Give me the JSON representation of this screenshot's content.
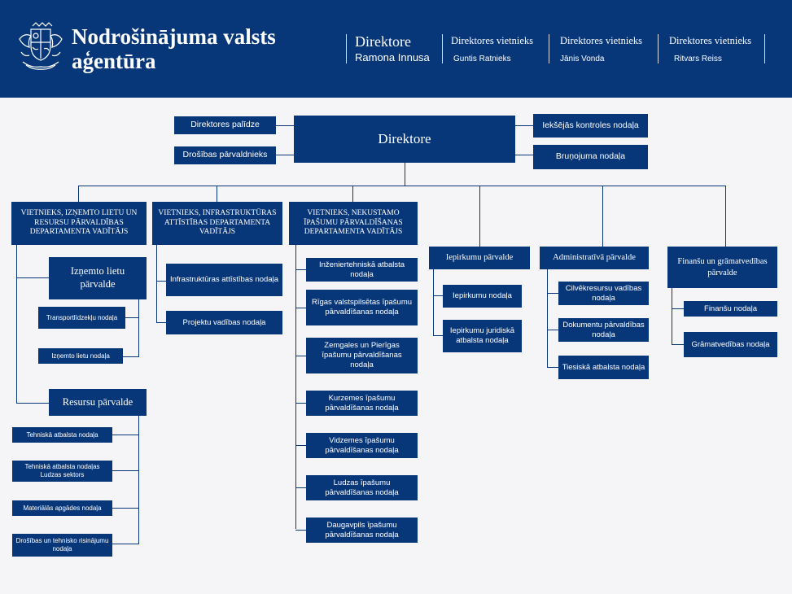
{
  "header": {
    "title_line1": "Nodrošinājuma valsts",
    "title_line2": "aģentūra",
    "roles": [
      {
        "title": "Direktore",
        "name": "Ramona Innusa"
      },
      {
        "title": "Direktores vietnieks",
        "name": "Guntis Ratnieks"
      },
      {
        "title": "Direktores vietnieks",
        "name": "Jānis Vonda"
      },
      {
        "title": "Direktores vietnieks",
        "name": "Ritvars Reiss"
      }
    ],
    "background_color": "#083779",
    "emblem_icon": "latvia-coat-of-arms-icon"
  },
  "org": {
    "box_color": "#083779",
    "director": "Direktore",
    "left_staff": [
      "Direktores palīdze",
      "Drošības pārvaldnieks"
    ],
    "right_staff": [
      "Iekšējās kontroles nodaļa",
      "Bruņojuma nodaļa"
    ],
    "dept1": {
      "head": "VIETNIEKS, IZŅEMTO LIETU UN RESURSU PĀRVALDĪBAS DEPARTAMENTA VADĪTĀJS",
      "admin1": {
        "title": "Izņemto lietu pārvalde",
        "units": [
          "Transportlīdzekļu nodaļa",
          "Izņemto lietu nodaļa"
        ]
      },
      "admin2": {
        "title": "Resursu pārvalde",
        "units": [
          "Tehniskā atbalsta nodaļa",
          "Tehniskā atbalsta nodaļas Ludzas sektors",
          "Materiālās apgādes nodaļa",
          "Drošības un tehnisko risinājumu nodaļa"
        ]
      }
    },
    "dept2": {
      "head": "VIETNIEKS, INFRASTRUKTŪRAS ATTĪSTĪBAS DEPARTAMENTA VADĪTĀJS",
      "units": [
        "Infrastruktūras attīstības nodaļa",
        "Projektu vadības nodaļa"
      ]
    },
    "dept3": {
      "head": "VIETNIEKS, NEKUSTAMO ĪPAŠUMU PĀRVALDĪŠANAS DEPARTAMENTA VADĪTĀJS",
      "units": [
        "Inženiertehniskā atbalsta nodaļa",
        "Rīgas valstspilsētas īpašumu pārvaldīšanas nodaļa",
        "Zemgales un Pierīgas īpašumu pārvaldīšanas nodaļa",
        "Kurzemes īpašumu pārvaldīšanas nodaļa",
        "Vidzemes īpašumu pārvaldīšanas nodaļa",
        "Ludzas īpašumu pārvaldīšanas nodaļa",
        "Daugavpils īpašumu pārvaldīšanas nodaļa"
      ]
    },
    "admin_procurement": {
      "title": "Iepirkumu pārvalde",
      "units": [
        "Iepirkumu nodaļa",
        "Iepirkumu juridiskā atbalsta nodaļa"
      ]
    },
    "admin_administrative": {
      "title": "Administratīvā pārvalde",
      "units": [
        "Cilvēkresursu vadības nodaļa",
        "Dokumentu pārvaldības nodaļa",
        "Tiesiskā atbalsta nodaļa"
      ]
    },
    "admin_finance": {
      "title": "Finanšu un grāmatvedības pārvalde",
      "units": [
        "Finanšu nodaļa",
        "Grāmatvedības nodaļa"
      ]
    }
  }
}
